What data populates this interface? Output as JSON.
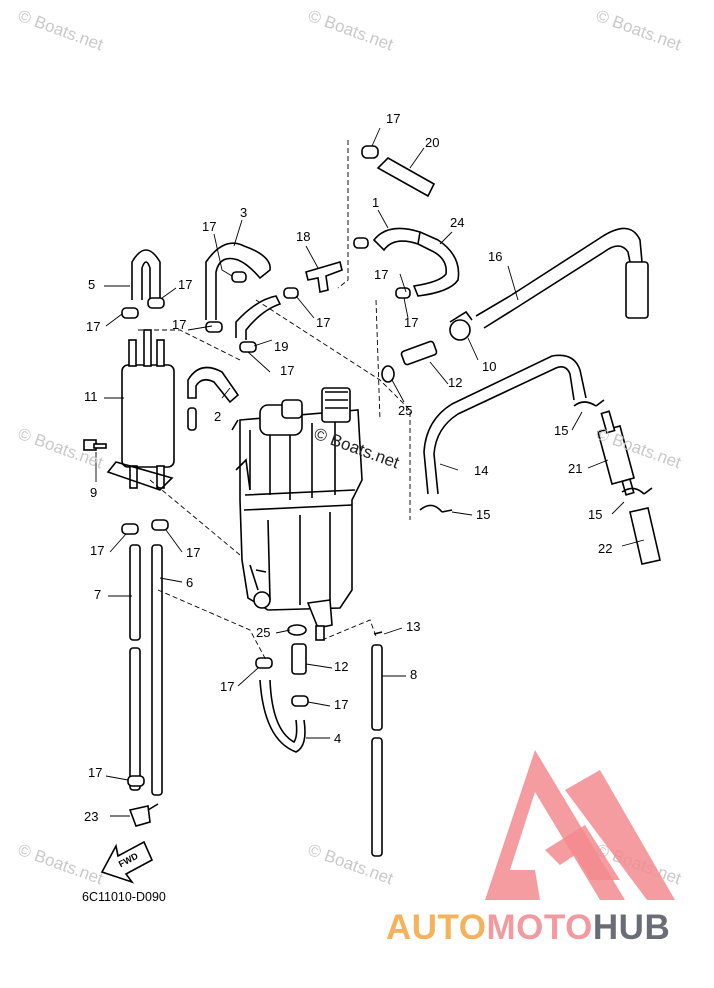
{
  "watermark": {
    "text": "© Boats.net"
  },
  "callouts": {
    "n1": "1",
    "n2": "2",
    "n3": "3",
    "n4": "4",
    "n5": "5",
    "n6": "6",
    "n7": "7",
    "n8": "8",
    "n9": "9",
    "n10": "10",
    "n11": "11",
    "n12": "12",
    "n13": "13",
    "n14": "14",
    "n15": "15",
    "n16": "16",
    "n17": "17",
    "n18": "18",
    "n19": "19",
    "n20": "20",
    "n21": "21",
    "n22": "22",
    "n23": "23",
    "n24": "24",
    "n25": "25"
  },
  "diagram_code": "6C11010-D090",
  "fwd_label": "FWD",
  "brand": {
    "part1": "AUTO",
    "part2": "MOTO",
    "part3": "HUB",
    "colors": {
      "auto": "#f6b25a",
      "moto": "#f39aa0",
      "hub": "#6a6d75",
      "triangle": "#f28b8f"
    }
  }
}
